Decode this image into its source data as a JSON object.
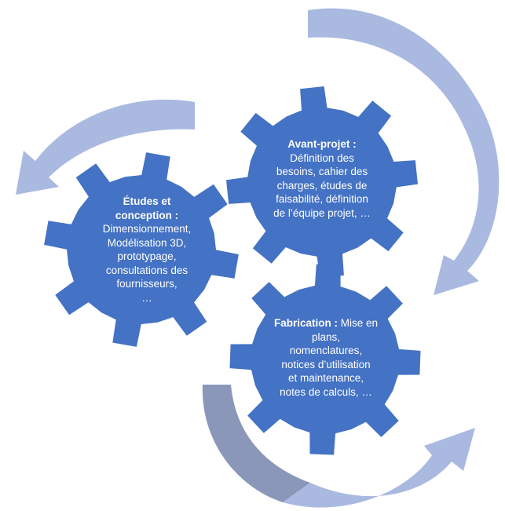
{
  "colors": {
    "gear": "#4472c4",
    "arrow_light": "#a9b9e0",
    "arrow_dark": "#8b97b8",
    "text": "#ffffff"
  },
  "gears": [
    {
      "id": "avant-projet",
      "title": "Avant-projet :",
      "lines": [
        "Définition des",
        "besoins, cahier des",
        "charges, études de",
        "faisabilité, définition",
        "de l’équipe projet, …"
      ]
    },
    {
      "id": "etudes",
      "title_lines": [
        "Études et",
        "conception :"
      ],
      "lines": [
        "Dimensionnement,",
        "Modélisation 3D,",
        "prototypage,",
        "consultations des",
        "fournisseurs,",
        "…"
      ]
    },
    {
      "id": "fabrication",
      "title": "Fabrication :",
      "first_line_rest": "Mise en",
      "lines": [
        "plans,",
        "nomenclatures,",
        "notices d’utilisation",
        "et maintenance,",
        "notes de calculs, …"
      ]
    }
  ],
  "arrows": [
    {
      "name": "arrow-top-right",
      "direction": "clockwise"
    },
    {
      "name": "arrow-top-left",
      "direction": "counter-clockwise"
    },
    {
      "name": "arrow-bottom",
      "direction": "counter-clockwise"
    }
  ]
}
